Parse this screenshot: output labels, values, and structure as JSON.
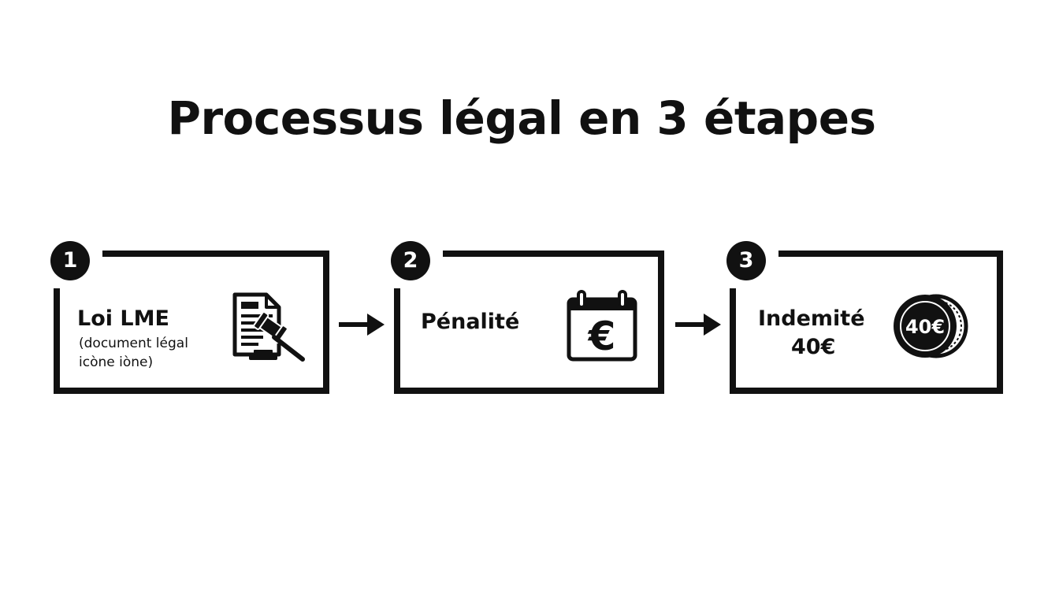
{
  "title": "Processus légal en 3 étapes",
  "steps": [
    {
      "number": "1",
      "label": "Loi LME",
      "note_line1": "(document légal",
      "note_line2": "icòne iòne)",
      "icon": "document-gavel-icon"
    },
    {
      "number": "2",
      "label": "Pénalité",
      "icon": "calendar-euro-icon",
      "icon_text": "€"
    },
    {
      "number": "3",
      "label_line1": "Indemité",
      "label_line2": "40€",
      "icon": "coin-40-euro-icon",
      "icon_text": "40€"
    }
  ],
  "colors": {
    "ink": "#111111",
    "background": "#ffffff"
  }
}
